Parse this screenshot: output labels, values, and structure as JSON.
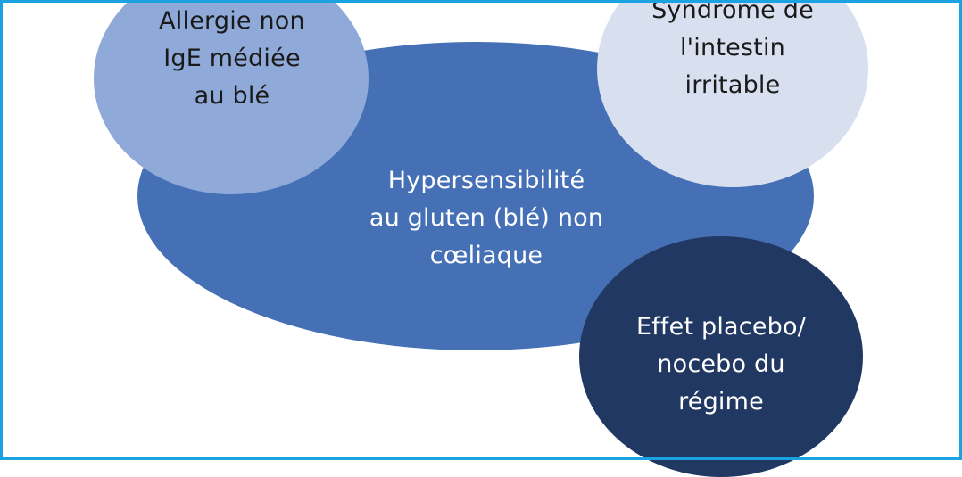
{
  "diagram": {
    "center": {
      "text": "Hypersensibilité\nau gluten (blé) non\ncœliaque",
      "color": "#4570b5"
    },
    "allergy": {
      "text": "Allergie non\nIgE médiée\nau blé",
      "color": "#8fa9d8"
    },
    "ibs": {
      "text": "Syndrome de\nl'intestin\nirritable",
      "color": "#d8e0f0"
    },
    "placebo": {
      "text": "Effet placebo/\nnocebo du\nrégime",
      "color": "#213862"
    },
    "frame_color": "#1aa3e0"
  }
}
